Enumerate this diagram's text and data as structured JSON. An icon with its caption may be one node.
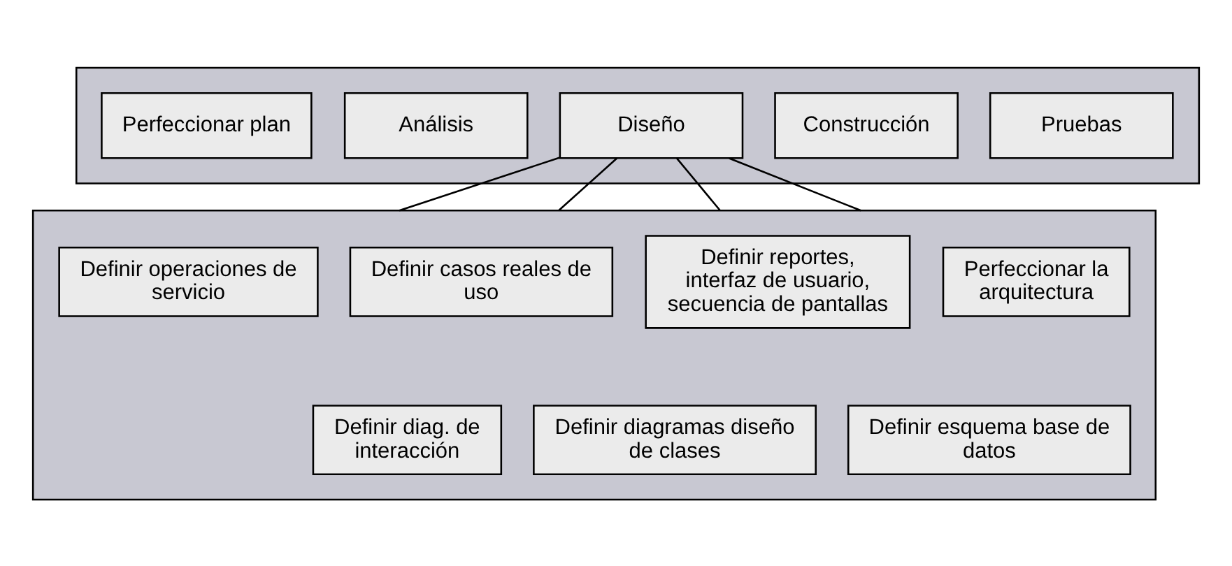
{
  "diagram": {
    "nodes": [
      {
        "text": [],
        "shape": "box"
      },
      {
        "text": [
          "Perfeccionar plan"
        ],
        "in": 0
      },
      {
        "text": [
          "Análisis"
        ],
        "in": 0
      },
      {
        "text": [
          "Diseño"
        ],
        "in": 0
      },
      {
        "text": [
          "Construcción"
        ],
        "in": 0
      },
      {
        "text": [
          "Pruebas"
        ],
        "in": 0
      },
      {
        "text": [],
        "shape": "box"
      },
      {
        "text": [
          "Definir operaciones de servicio"
        ],
        "in": 6
      },
      {
        "text": [
          "Definir casos reales de uso"
        ],
        "in": 6
      },
      {
        "text": [
          "Definir reportes, interfaz de usuario, secuencia de pantallas"
        ],
        "in": 6
      },
      {
        "text": [
          "Perfeccionar la arquitectura"
        ],
        "in": 6
      },
      {
        "text": [
          "Definir diag. de interacción"
        ],
        "in": 6
      },
      {
        "text": [
          "Definir diagramas diseño de clases"
        ],
        "in": 6
      },
      {
        "text": [
          "Definir esquema base de datos"
        ],
        "in": 6
      }
    ],
    "edges": [
      {
        "from": 3,
        "to": 6,
        "arrow": "none"
      },
      {
        "from": 3,
        "to": 6,
        "arrow": "none"
      },
      {
        "from": 3,
        "to": 6,
        "arrow": "none"
      },
      {
        "from": 3,
        "to": 6,
        "arrow": "none"
      }
    ]
  }
}
